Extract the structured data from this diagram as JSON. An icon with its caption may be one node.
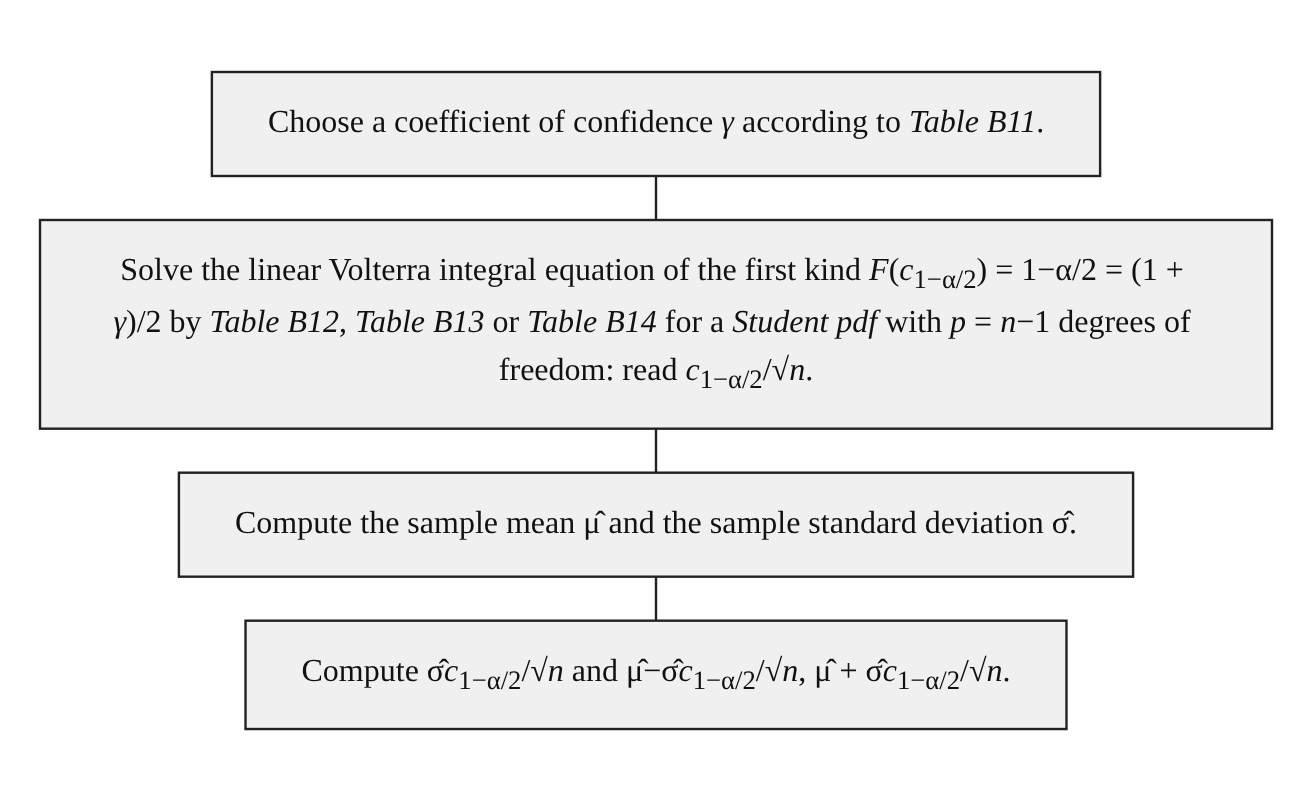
{
  "diagram": {
    "nodes": [
      {
        "text": [
          "Choose a coefficient of confidence *γ* according to *Table B11*."
        ]
      },
      {
        "text": [
          "Solve the linear Volterra integral equation of the first kind *F*(*c*$_{1−α/2}$) = 1−α/2 = (1 + *γ*)/2 by *Table B12*, *Table B13* or *Table B14* for a *Student pdf* with *p* = *n*−1 degrees of freedom: read *c*$_{1−α/2}$/√*n*."
        ]
      },
      {
        "text": [
          "Compute the sample mean μ̂ and the sample standard deviation σ̂."
        ]
      },
      {
        "text": [
          "Compute σ̂*c*$_{1−α/2}$/√*n* and μ̂−σ̂*c*$_{1−α/2}$/√*n*, μ̂ + σ̂*c*$_{1−α/2}$/√*n*."
        ]
      }
    ],
    "edges": [
      {
        "from": 0,
        "to": 1,
        "arrow": "none"
      },
      {
        "from": 1,
        "to": 2,
        "arrow": "none"
      },
      {
        "from": 2,
        "to": 3,
        "arrow": "none"
      }
    ]
  }
}
